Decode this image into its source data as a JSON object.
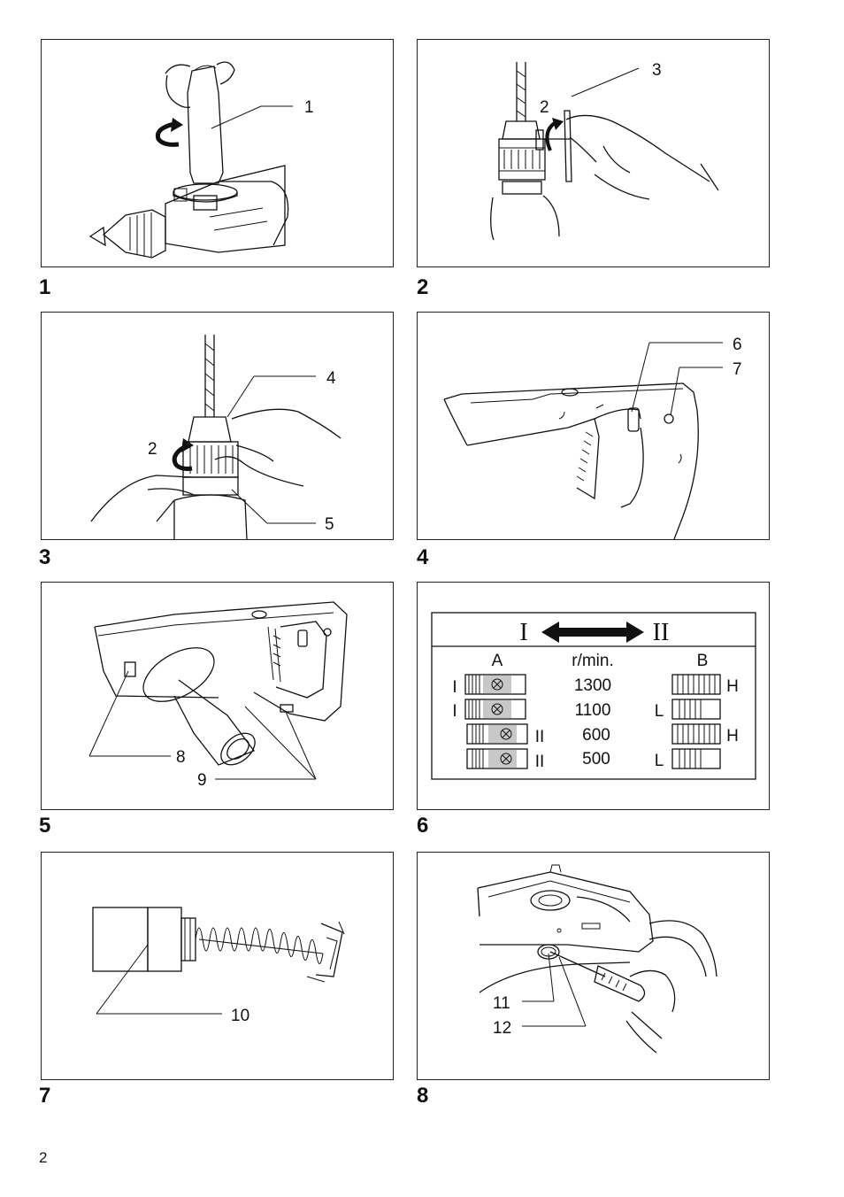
{
  "figures": [
    {
      "num": "1",
      "callouts": [
        "1"
      ]
    },
    {
      "num": "2",
      "callouts": [
        "2",
        "3"
      ]
    },
    {
      "num": "3",
      "callouts": [
        "2",
        "4",
        "5"
      ]
    },
    {
      "num": "4",
      "callouts": [
        "6",
        "7"
      ]
    },
    {
      "num": "5",
      "callouts": [
        "8",
        "9"
      ]
    },
    {
      "num": "6",
      "callouts": []
    },
    {
      "num": "7",
      "callouts": [
        "10"
      ]
    },
    {
      "num": "8",
      "callouts": [
        "11",
        "12"
      ]
    }
  ],
  "speed_table": {
    "left_symbol": "I",
    "right_symbol": "II",
    "col_a": "A",
    "col_rpm": "r/min.",
    "col_b": "B",
    "rows": [
      {
        "a_symbol": "I",
        "a_symbol_side": "left",
        "rpm": "1300",
        "b_symbol": "H",
        "b_symbol_side": "right"
      },
      {
        "a_symbol": "I",
        "a_symbol_side": "left",
        "rpm": "1100",
        "b_symbol": "L",
        "b_symbol_side": "left"
      },
      {
        "a_symbol": "II",
        "a_symbol_side": "right",
        "rpm": "600",
        "b_symbol": "H",
        "b_symbol_side": "right"
      },
      {
        "a_symbol": "II",
        "a_symbol_side": "right",
        "rpm": "500",
        "b_symbol": "L",
        "b_symbol_side": "left"
      }
    ]
  },
  "page_number": "2"
}
